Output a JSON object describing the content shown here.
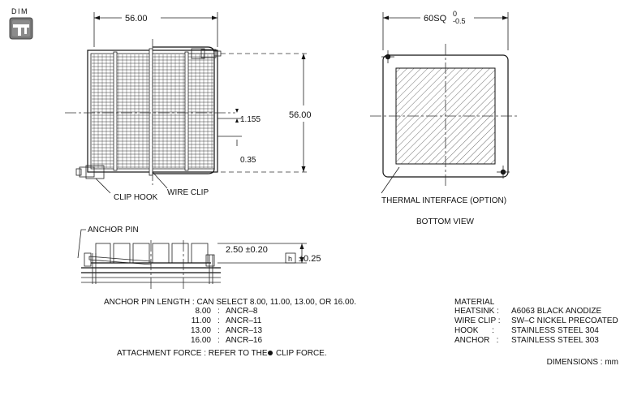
{
  "badge": {
    "label": "DIM",
    "icon": "caliper-icon"
  },
  "top_view": {
    "width_dim": "56.00",
    "height_dim": "56.00",
    "dim_a": "1.155",
    "dim_b": "0.35",
    "clip_hook_label": "CLIP HOOK",
    "wire_clip_label": "WIRE CLIP"
  },
  "bottom_view": {
    "size_dim": "60SQ",
    "tol_upper": "0",
    "tol_lower": "-0.5",
    "thermal_label": "THERMAL INTERFACE (OPTION)",
    "view_label": "BOTTOM VIEW"
  },
  "side_view": {
    "anchor_pin_label": "ANCHOR PIN",
    "dim_base": "2.50 ±0.20",
    "h_symbol": "h",
    "h_tol": "±0.25"
  },
  "anchor_notes": {
    "title_row": "ANCHOR PIN LENGTH : CAN SELECT 8.00, 11.00, 13.00, OR 16.00.",
    "options": [
      {
        "length": "8.00",
        "sep": ":",
        "code": "ANCR–8"
      },
      {
        "length": "11.00",
        "sep": ":",
        "code": "ANCR–11"
      },
      {
        "length": "13.00",
        "sep": ":",
        "code": "ANCR–13"
      },
      {
        "length": "16.00",
        "sep": ":",
        "code": "ANCR–16"
      }
    ],
    "attach_prefix": "ATTACHMENT FORCE :  REFER TO THE",
    "attach_suffix": "CLIP FORCE."
  },
  "material": {
    "title": "MATERIAL",
    "rows": [
      {
        "key": "HEATSINK :",
        "value": "A6063  BLACK ANODIZE"
      },
      {
        "key": "WIRE CLIP :",
        "value": "SW–C NICKEL PRECOATED"
      },
      {
        "key": "HOOK      :",
        "value": "STAINLESS STEEL 304"
      },
      {
        "key": "ANCHOR   :",
        "value": "STAINLESS STEEL 303"
      }
    ],
    "units": "DIMENSIONS :  mm"
  }
}
